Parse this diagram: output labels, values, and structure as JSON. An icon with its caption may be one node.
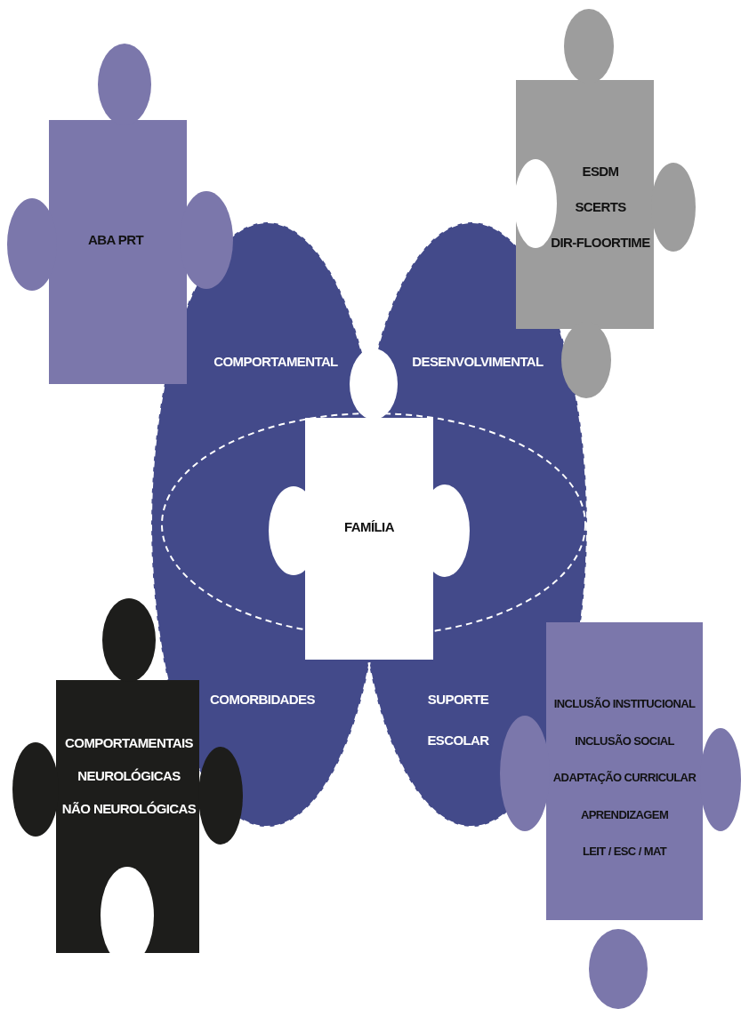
{
  "diagram": {
    "nodes": [
      {
        "text": [
          "ABA PRT"
        ]
      },
      {
        "text": [
          "ESDM",
          "SCERTS",
          "DIR-FLOORTIME"
        ]
      },
      {
        "text": [
          "FAMÍLIA"
        ]
      },
      {
        "text": [
          "COMPORTAMENTAIS",
          "NEUROLÓGICAS",
          "NÃO NEUROLÓGICAS"
        ]
      },
      {
        "text": [
          "INCLUSÃO INSTITUCIONAL",
          "INCLUSÃO SOCIAL",
          "ADAPTAÇÃO CURRICULAR",
          "APRENDIZAGEM",
          "LEIT / ESC / MAT"
        ]
      }
    ],
    "labels": [
      "COMPORTAMENTAL",
      "DESENVOLVIMENTAL",
      "COMORBIDADES",
      "SUPORTE ESCOLAR"
    ]
  }
}
